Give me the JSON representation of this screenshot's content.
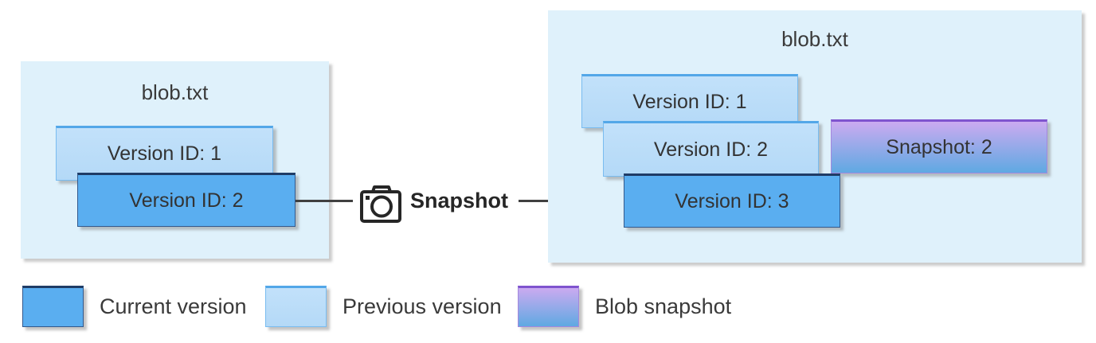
{
  "diagram": {
    "left_blob": {
      "title": "blob.txt",
      "versions": [
        {
          "label": "Version ID: 1",
          "state": "previous"
        },
        {
          "label": "Version ID: 2",
          "state": "current"
        }
      ]
    },
    "operation": {
      "label": "Snapshot",
      "icon": "camera-icon"
    },
    "right_blob": {
      "title": "blob.txt",
      "versions": [
        {
          "label": "Version ID: 1",
          "state": "previous"
        },
        {
          "label": "Version ID: 2",
          "state": "previous"
        },
        {
          "label": "Snapshot: 2",
          "state": "snapshot"
        },
        {
          "label": "Version ID: 3",
          "state": "current"
        }
      ]
    },
    "legend": [
      {
        "label": "Current version",
        "swatch": "current"
      },
      {
        "label": "Previous version",
        "swatch": "previous"
      },
      {
        "label": "Blob snapshot",
        "swatch": "snapshot"
      }
    ],
    "colors": {
      "container_fill": "#DFF1FB",
      "previous_fill": "#BBDDF8",
      "previous_border": "#53A7E8",
      "current_fill": "#5AAEF0",
      "current_border": "#1F3C66",
      "snapshot_gradient_top": "#CBAAF0",
      "snapshot_gradient_bottom": "#5FA9E2",
      "snapshot_border": "#7F54CE",
      "arrow": "#404040",
      "text": "#3A3A3A"
    }
  }
}
